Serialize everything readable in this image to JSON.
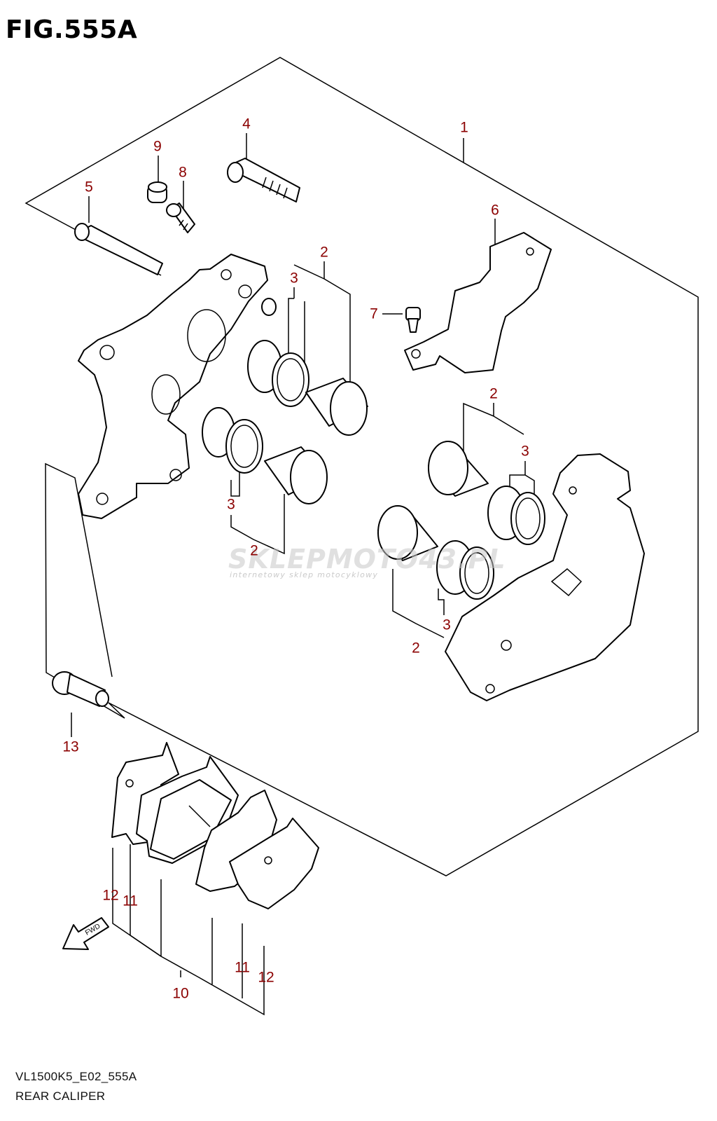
{
  "figure": {
    "title": "FIG.555A",
    "model_code": "VL1500K5_E02_555A",
    "caption": "REAR CALIPER"
  },
  "callouts": {
    "c1": "1",
    "c2a": "2",
    "c2b": "2",
    "c2c": "2",
    "c2d": "2",
    "c3a": "3",
    "c3b": "3",
    "c3c": "3",
    "c3d": "3",
    "c4": "4",
    "c5": "5",
    "c6": "6",
    "c7": "7",
    "c8": "8",
    "c9": "9",
    "c10": "10",
    "c11a": "11",
    "c11b": "11",
    "c12a": "12",
    "c12b": "12",
    "c13": "13"
  },
  "fwd_arrow": "FWD",
  "watermark": {
    "brand_a": "SKLEP",
    "brand_b": "MOTO",
    "brand_c": "43.PL",
    "tagline": "internetowy sklep motocyklowy"
  },
  "colors": {
    "callout": "#8b0000",
    "line": "#000000"
  }
}
